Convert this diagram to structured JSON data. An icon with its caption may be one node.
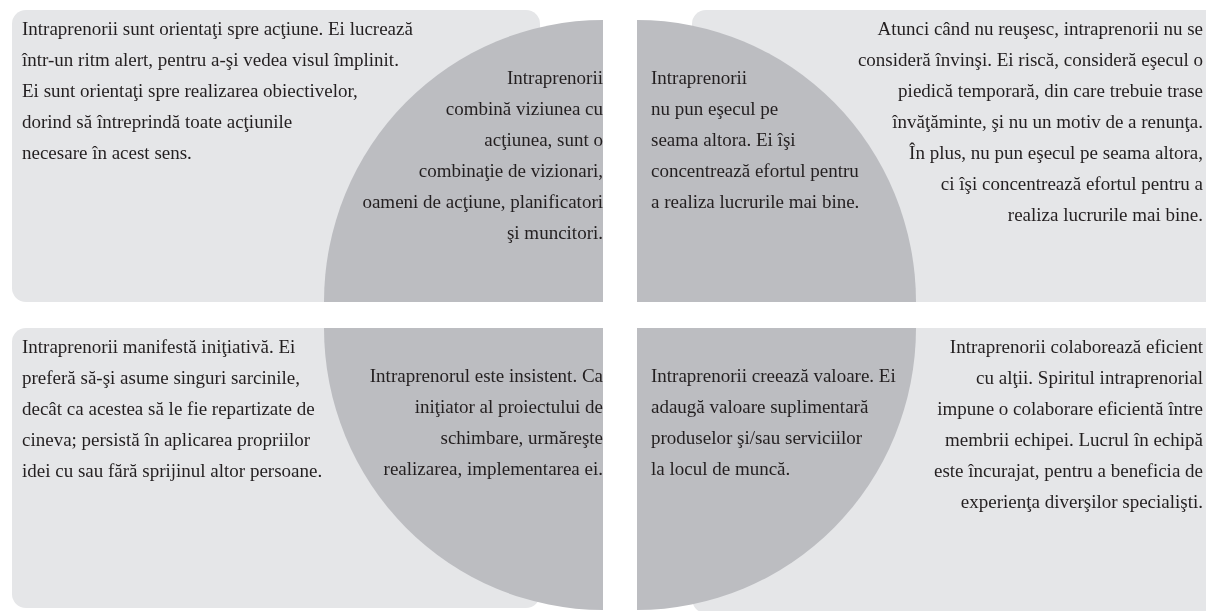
{
  "diagram": {
    "nodes": [
      {
        "text": [
          "Intraprenorii sunt orientaţi spre acţiune. Ei lucrează într-un ritm alert, pentru a-şi vedea visul împlinit. Ei sunt orientaţi spre realizarea obiectivelor, dorind să întreprindă toate acţiunile necesare în acest sens."
        ]
      },
      {
        "text": [
          "Intraprenorii combină viziunea cu acţiunea, sunt o combinaţie de vizionari, oameni de acţiune, planificatori şi muncitori."
        ]
      },
      {
        "text": [
          "Intraprenorii nu pun eşecul pe seama altora. Ei îşi concentrează efortul pentru a realiza lucrurile mai bine."
        ]
      },
      {
        "text": [
          "Atunci când nu reuşesc, intraprenorii nu se consideră învinşi. Ei riscă, consideră eşecul o piedică temporară, din care trebuie trase învăţăminte, şi nu un motiv de a renunţa. În plus, nu pun eşecul pe seama altora, ci îşi concentrează efortul pentru a realiza lucrurile mai bine."
        ]
      },
      {
        "text": [
          "Intraprenorii manifestă iniţiativă. Ei preferă să-şi asume singuri sarcinile, decât ca acestea să le fie repartizate de cineva; persistă în aplicarea propriilor idei cu sau fără sprijinul altor persoane."
        ]
      },
      {
        "text": [
          "Intraprenorul este insistent. Ca iniţiator al proiectului de schimbare, urmăreşte realizarea, implementarea ei."
        ]
      },
      {
        "text": [
          "Intraprenorii creează valoare. Ei adaugă valoare suplimentară produselor şi/sau serviciilor la locul de muncă."
        ]
      },
      {
        "text": [
          "Intraprenorii colaborează eficient cu alţii. Spiritul intraprenorial impune o colaborare eficientă între membrii echipei. Lucrul în echipă este încurajat, pentru a beneficia de experienţa diverşilor specialişti."
        ]
      }
    ]
  }
}
